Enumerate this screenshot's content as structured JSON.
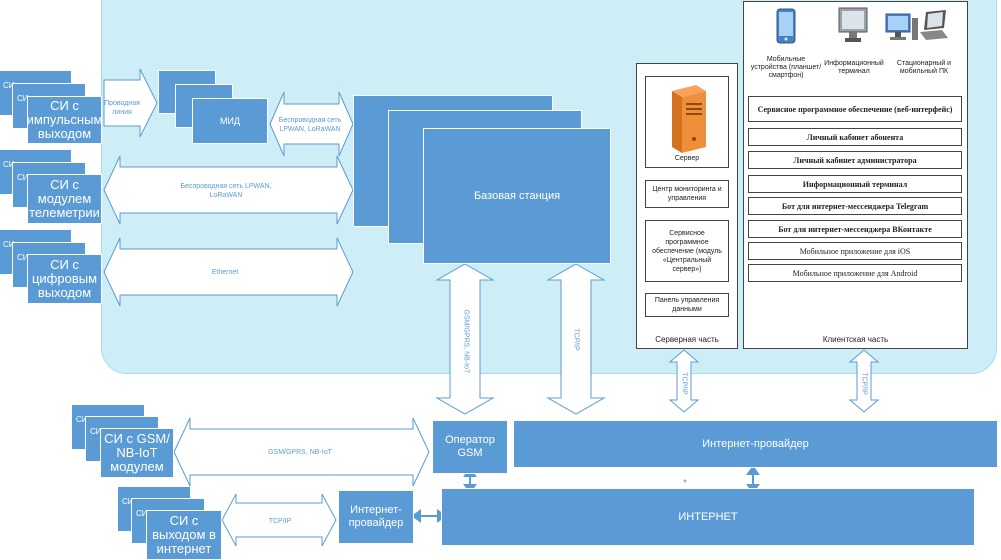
{
  "colors": {
    "region": "#cdeef7",
    "box": "#5b9bd5",
    "arrow_stroke": "#5b9bd5",
    "arrow_fill": "#ffffff"
  },
  "left_devices": {
    "pulse": {
      "back1": "СИ",
      "back2": "СИ",
      "front": "СИ с импульсным выходом"
    },
    "telemetry": {
      "back1": "СИ",
      "back2": "СИ",
      "front": "СИ с модулем телеметрии"
    },
    "digital": {
      "back1": "СИ",
      "back2": "СИ",
      "front": "СИ с цифровым выходом"
    }
  },
  "wired_line_label": "Проводная линия",
  "mid_label": "МИД",
  "wireless_short_label": "Беспроводная сеть LPWAN, LoRaWAN",
  "wireless_long_label": "Беспроводная сеть LPWAN, LoRaWAN",
  "ethernet_label": "Ethernet",
  "base_station_label": "Базовая станция",
  "server_part": {
    "server_caption": "Сервер",
    "items": [
      "Центр мониторинга и управления",
      "Сервисное программное обеспечение (модуль «Центральный сервер»)",
      "Панель управления данными"
    ],
    "footer": "Серверная часть"
  },
  "client_part": {
    "icons": [
      {
        "icon": "smartphone-icon",
        "label": "Мобильные устройства (планшет/смартфон)"
      },
      {
        "icon": "terminal-icon",
        "label": "Информационный терминал"
      },
      {
        "icon": "desktop-laptop-icon",
        "label": "Стационарный и мобильный ПК"
      }
    ],
    "items": [
      "Сервисное программное обеспечение (веб-интерфейс)",
      "Личный кабинет абонента",
      "Личный кабинет администратора",
      "Информационный терминал",
      "Бот для интернет-мессенджера Telegram",
      "Бот для интернет-мессенджера ВКонтакте",
      "Мобильное приложение для iOS",
      "Мобильное приложение для Android"
    ],
    "footer": "Клиентская часть"
  },
  "gsm_vertical_label": "GSM/GPRS, NB-IoT",
  "tcpip_vertical_label": "TCP/IP",
  "tcpip_server_label": "TCP/IP",
  "tcpip_client_label": "TCP/IP",
  "gsm_device": {
    "back1": "СИ",
    "back2": "СИ",
    "front": "СИ с GSM/ NB-IoT модулем"
  },
  "gsm_arrow_label": "GSM/GPRS, NB-IoT",
  "gsm_operator": "Оператор GSM",
  "internet_provider_top": "Интернет-провайдер",
  "asterisk": "*",
  "internet_device": {
    "back1": "СИ",
    "back2": "СИ",
    "front": "СИ с выходом в интернет"
  },
  "internet_arrow_label": "TCP/IP",
  "internet_provider_bottom": "Интернет-провайдер",
  "internet": "ИНТЕРНЕТ"
}
